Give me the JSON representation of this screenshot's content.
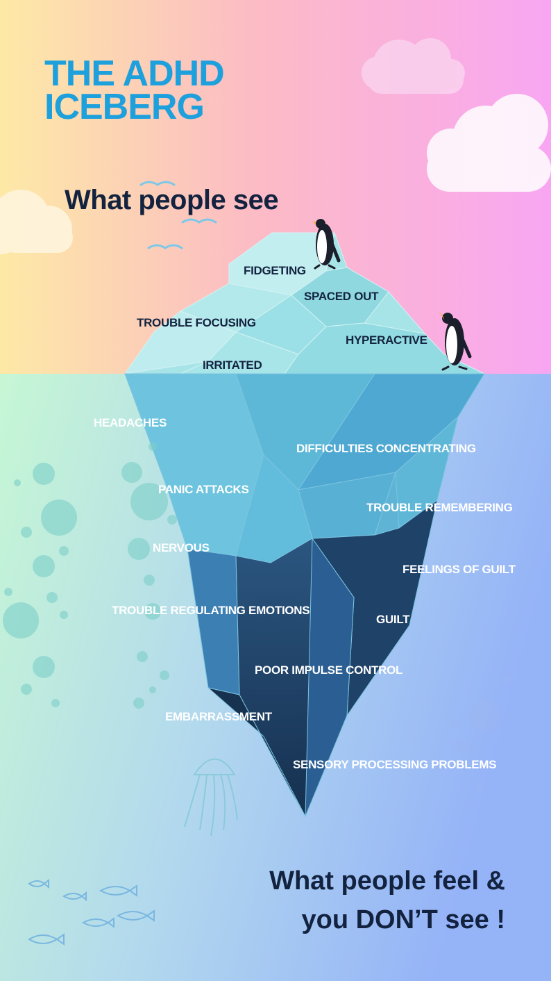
{
  "title": {
    "line1": "THE ADHD",
    "line2": "ICEBERG"
  },
  "above_heading": "What people see",
  "below_heading": {
    "line1": "What people feel &",
    "line2": "you DON’T see !"
  },
  "above_labels": {
    "fidgeting": "FIDGETING",
    "spaced_out": "SPACED OUT",
    "trouble_focusing": "TROUBLE FOCUSING",
    "hyperactive": "HYPERACTIVE",
    "irritated": "IRRITATED"
  },
  "below_labels": {
    "headaches": "HEADACHES",
    "difficulties_concentrating": "DIFFICULTIES CONCENTRATING",
    "panic_attacks": "PANIC ATTACKS",
    "trouble_remembering": "TROUBLE REMEMBERING",
    "nervous": "NERVOUS",
    "feelings_of_guilt": "FEELINGS OF GUILT",
    "trouble_regulating_emotions": "TROUBLE REGULATING EMOTIONS",
    "guilt": "GUILT",
    "poor_impulse_control": "POOR IMPULSE CONTROL",
    "embarrassment": "EMBARRASSMENT",
    "sensory_processing_problems": "SENSORY PROCESSING PROBLEMS"
  },
  "colors": {
    "title": "#1ea0dd",
    "heading_text": "#13233f",
    "sky_left": "#fde9a6",
    "sky_right": "#f8a6f2",
    "sea_left": "#c6f7d4",
    "sea_right": "#95b3f7",
    "ice_light": "#a6e4e8",
    "ice_dark": "#1c3a5c"
  }
}
